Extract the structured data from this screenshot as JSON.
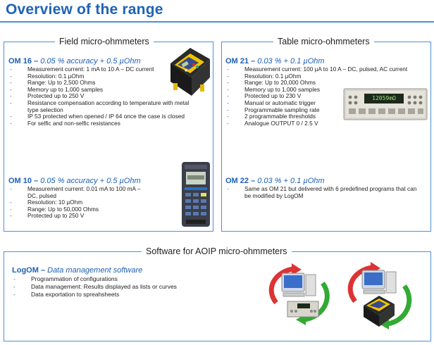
{
  "page": {
    "title": "Overview of the range"
  },
  "field": {
    "title": "Field micro-ohmmeters",
    "om16": {
      "name": "OM 16 –",
      "accuracy": "0.05 % accuracy + 0.5 µOhm",
      "specs": [
        "Measurement current: 1 mA to 10 A – DC current",
        "Resolution: 0.1 µOhm",
        "Range: Up to 2,500 Ohms",
        "Memory up to 1,000 samples",
        "Protected up to 250 V",
        "Resistance compensation according to temperature with metal type selection",
        "IP 53 protected when opened / IP 64 once the case is closed",
        "For selfic and non-selfic resistances"
      ]
    },
    "om10": {
      "name": "OM 10 –",
      "accuracy": "0.05 % accuracy + 0.5 µOhm",
      "specs": [
        "Measurement current: 0.01 mA to 100 mA – DC, pulsed",
        "Resolution: 10 µOhm",
        "Range: Up to 50,000 Ohms",
        "Protected up to 250 V"
      ]
    }
  },
  "table": {
    "title": "Table micro-ohmmeters",
    "om21": {
      "name": "OM 21 –",
      "accuracy": "0.03 % + 0.1 µOhm",
      "specs": [
        "Measurement current: 100 µA to 10 A – DC, pulsed, AC current",
        "Resolution: 0.1 µOhm",
        "Range: Up to 20,000 Ohms",
        "Memory up to 1,000 samples",
        "Protected up to 230 V",
        "Manual or automatic trigger",
        "Programmable sampling rate",
        "2 programmable thresholds",
        "Analogue OUTPUT 0 / 2.5 V"
      ],
      "display_text": "12059mΩ"
    },
    "om22": {
      "name": "OM 22 –",
      "accuracy": "0.03 % + 0.1 µOhm",
      "specs": [
        "Same as OM 21 but delivered with 6 predefined programs that can be modified by LogOM"
      ]
    }
  },
  "software": {
    "title": "Software for AOIP micro-ohmmeters",
    "logom": {
      "name": "LogOM –",
      "subtitle": "Data management software",
      "specs": [
        "Programmation of configurations",
        "Data management: Results displayed as lists or curves",
        "Data exportation to spreahsheets"
      ]
    }
  },
  "colors": {
    "accent": "#1e63b6",
    "border": "#4f8fd6"
  }
}
